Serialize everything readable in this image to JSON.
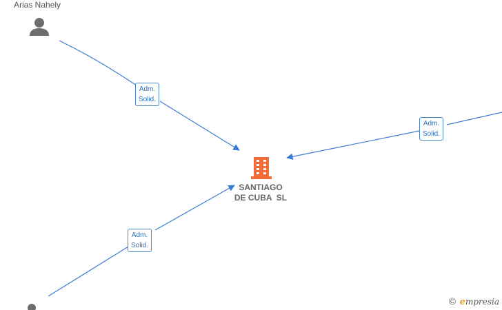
{
  "company": {
    "name_line1": "SANTIAGO",
    "name_line2": "DE CUBA  SL",
    "icon": "building-icon",
    "color": "#f26b38"
  },
  "people": [
    {
      "name": "Arias Nahely",
      "icon": "person-icon"
    },
    {
      "name": "",
      "icon": "person-icon"
    }
  ],
  "relations": [
    {
      "label_line1": "Adm.",
      "label_line2": "Solid."
    },
    {
      "label_line1": "Adm.",
      "label_line2": "Solid."
    },
    {
      "label_line1": "Adm.",
      "label_line2": "Solid."
    }
  ],
  "edge_color": "#3a7bd5",
  "brand": {
    "copyright": "©",
    "name_first": "e",
    "name_rest": "mpresia"
  }
}
